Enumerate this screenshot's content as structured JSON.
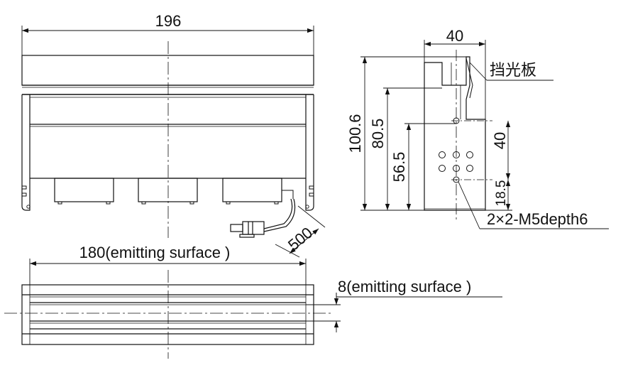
{
  "dimensions": {
    "front_width": "196",
    "side_width": "40",
    "side_total_height": "100.6",
    "side_height_2": "80.5",
    "side_height_3": "56.5",
    "side_hole_spacing": "40",
    "side_bottom_hole": "18.5",
    "cable_length": "500",
    "emitting_length": "180(emitting surface )",
    "emitting_width": "8(emitting surface )"
  },
  "callouts": {
    "light_shield": "挡光板",
    "mount_holes": "2×2-M5depth6"
  },
  "colors": {
    "line": "#111111"
  }
}
